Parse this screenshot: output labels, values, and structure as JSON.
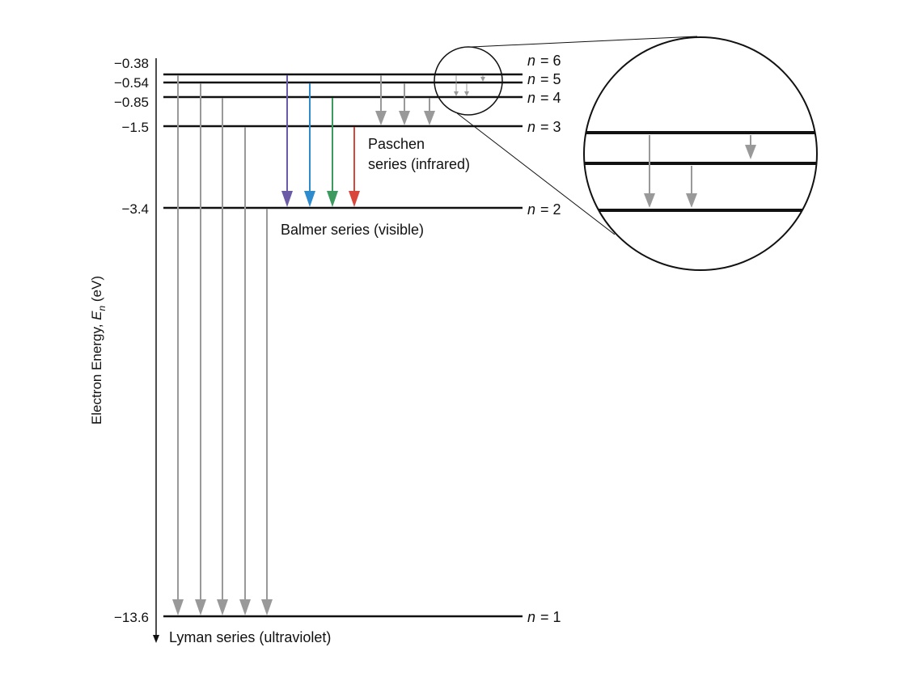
{
  "axis": {
    "title": "Electron Energy, ",
    "title_symbol": "E",
    "title_subscript": "n",
    "title_unit": " (eV)"
  },
  "levels": [
    {
      "n": 6,
      "energy": -0.38,
      "tick_label": "−0.38",
      "n_label": "= 6"
    },
    {
      "n": 5,
      "energy": -0.54,
      "tick_label": "−0.54",
      "n_label": "= 5"
    },
    {
      "n": 4,
      "energy": -0.85,
      "tick_label": "−0.85",
      "n_label": "= 4"
    },
    {
      "n": 3,
      "energy": -1.5,
      "tick_label": "−1.5",
      "n_label": "= 3"
    },
    {
      "n": 2,
      "energy": -3.4,
      "tick_label": "−3.4",
      "n_label": "= 2"
    },
    {
      "n": 1,
      "energy": -13.6,
      "tick_label": "−13.6",
      "n_label": "= 1"
    }
  ],
  "n_symbol": "n",
  "series": {
    "lyman": {
      "label": "Lyman series (ultraviolet)"
    },
    "balmer": {
      "label": "Balmer series (visible)"
    },
    "paschen": {
      "label_line1": "Paschen",
      "label_line2": "series (infrared)"
    }
  },
  "transitions": [
    {
      "from": 2,
      "to": 1,
      "series": "lyman",
      "color": "#999999"
    },
    {
      "from": 3,
      "to": 1,
      "series": "lyman",
      "color": "#999999"
    },
    {
      "from": 4,
      "to": 1,
      "series": "lyman",
      "color": "#999999"
    },
    {
      "from": 5,
      "to": 1,
      "series": "lyman",
      "color": "#999999"
    },
    {
      "from": 6,
      "to": 1,
      "series": "lyman",
      "color": "#999999"
    },
    {
      "from": 6,
      "to": 2,
      "series": "balmer",
      "color": "#6b5aa6"
    },
    {
      "from": 5,
      "to": 2,
      "series": "balmer",
      "color": "#2e8ccc"
    },
    {
      "from": 4,
      "to": 2,
      "series": "balmer",
      "color": "#3c9a5f"
    },
    {
      "from": 3,
      "to": 2,
      "series": "balmer",
      "color": "#d9473a"
    },
    {
      "from": 6,
      "to": 3,
      "series": "paschen",
      "color": "#999999"
    },
    {
      "from": 5,
      "to": 3,
      "series": "paschen",
      "color": "#999999"
    },
    {
      "from": 4,
      "to": 3,
      "series": "paschen",
      "color": "#999999"
    },
    {
      "from": 6,
      "to": 4,
      "series": "other",
      "color": "#999999"
    },
    {
      "from": 5,
      "to": 4,
      "series": "other",
      "color": "#999999"
    },
    {
      "from": 6,
      "to": 5,
      "series": "other",
      "color": "#999999"
    }
  ],
  "colors": {
    "level_line": "#111111",
    "gray_arrow": "#999999"
  }
}
